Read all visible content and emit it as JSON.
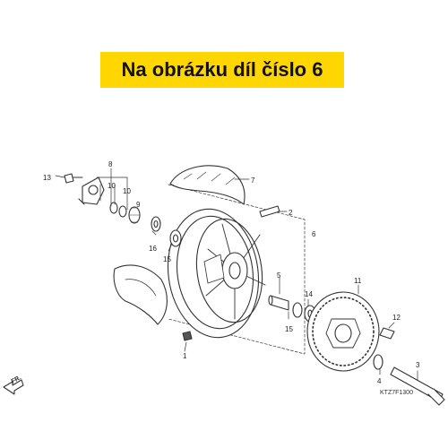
{
  "banner": {
    "text": "Na obrázku díl číslo 6"
  },
  "callouts": [
    "13",
    "8",
    "10",
    "10",
    "9",
    "7",
    "2",
    "6",
    "16",
    "15",
    "5",
    "14",
    "15",
    "11",
    "12",
    "1",
    "4",
    "3"
  ],
  "diagram_code": "KTZ7F1300",
  "direction_label": "FR.",
  "colors": {
    "banner": "#ffd600",
    "line": "#333333"
  }
}
